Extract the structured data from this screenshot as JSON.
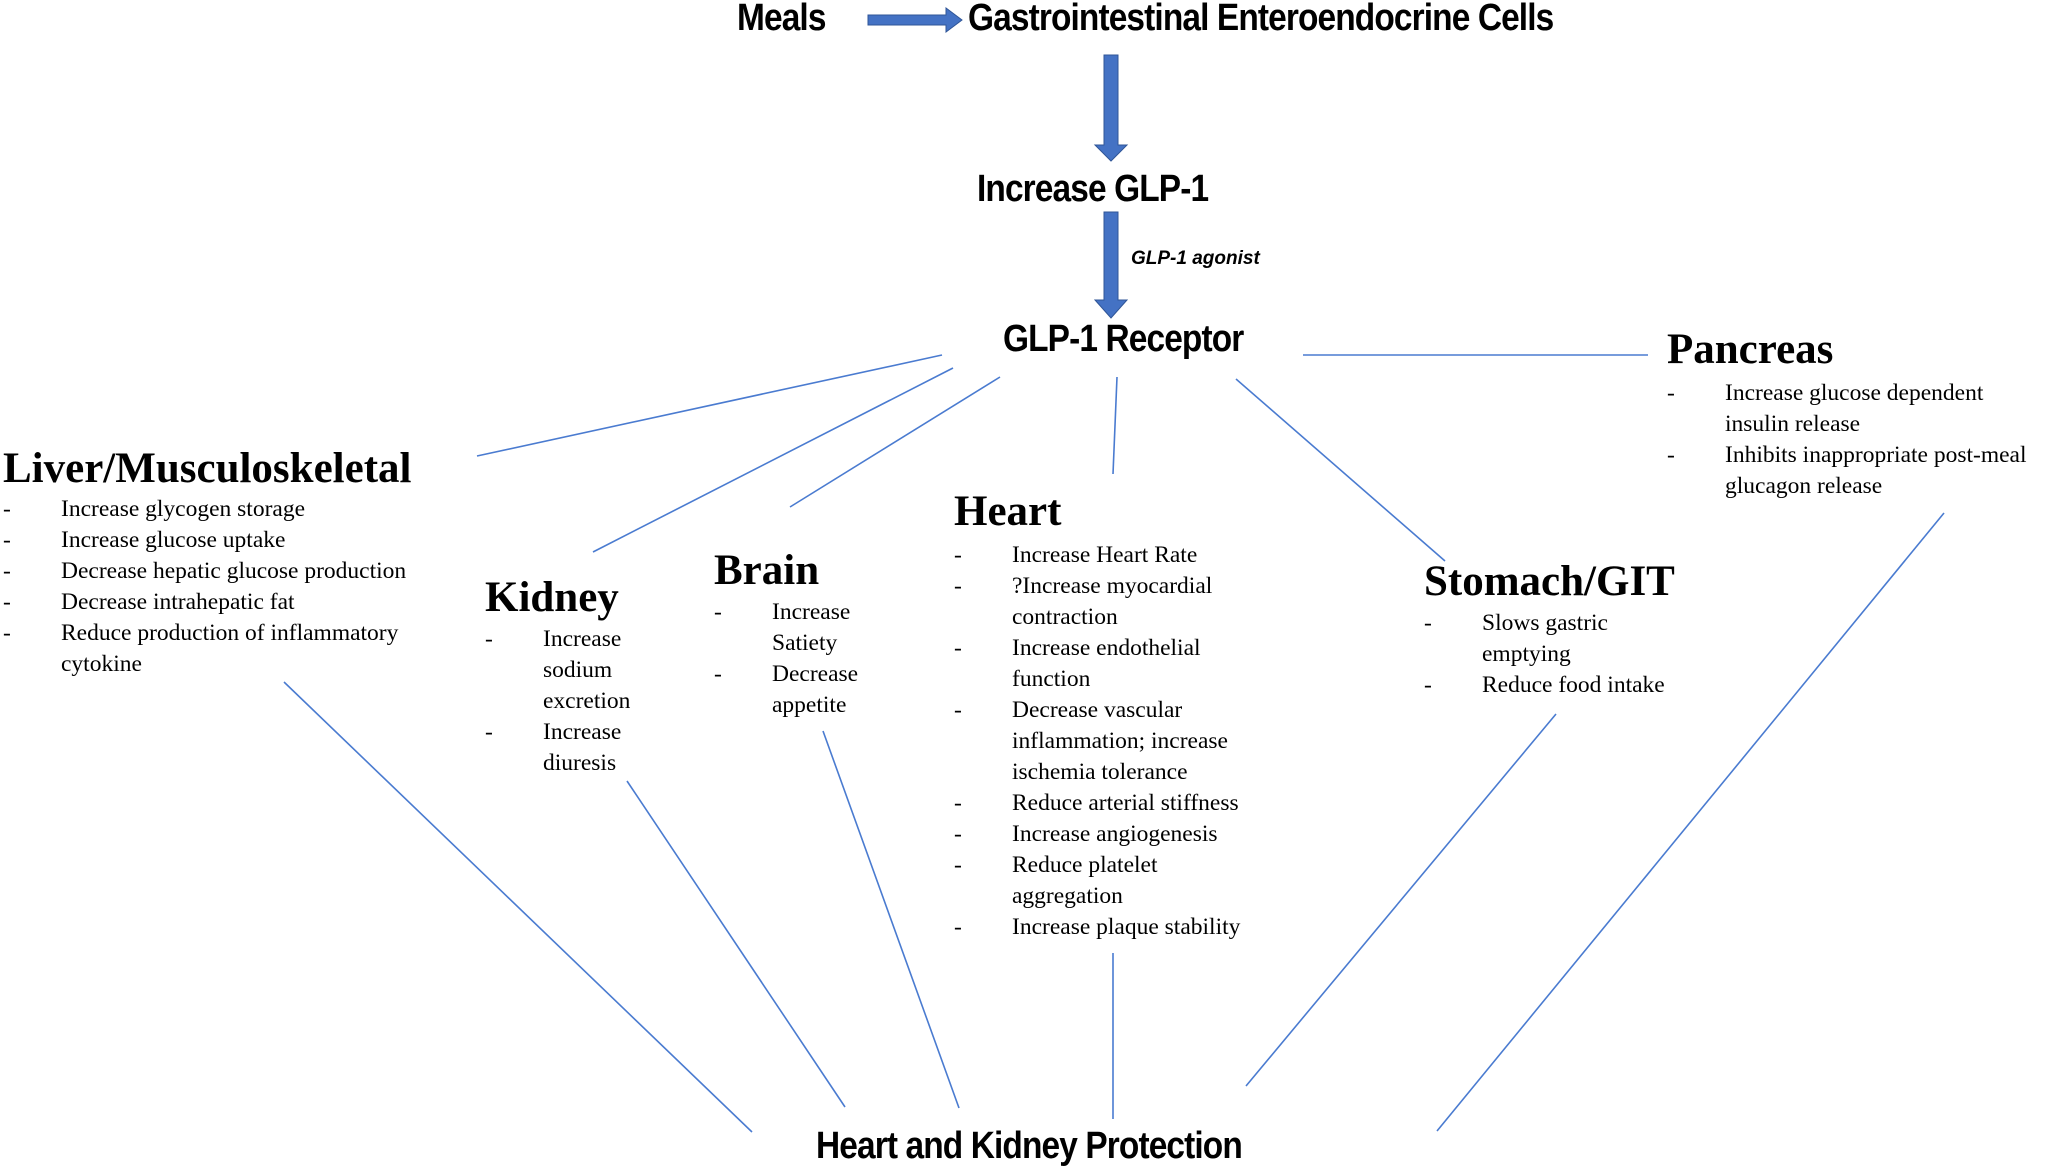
{
  "flow": {
    "meals": "Meals",
    "enteroendocrine": "Gastrointestinal Enteroendocrine Cells",
    "increase_glp1": "Increase GLP-1",
    "agonist_label": "GLP-1 agonist",
    "receptor": "GLP-1 Receptor",
    "outcome": "Heart and Kidney Protection"
  },
  "colors": {
    "arrow_fill": "#4472c4",
    "arrow_stroke": "#2f5597",
    "connector": "#4a7bd0"
  },
  "organs": {
    "liver": {
      "title": "Liver/Musculoskeletal",
      "effects": [
        "Increase glycogen storage",
        "Increase glucose uptake",
        "Decrease hepatic glucose production",
        "Decrease intrahepatic fat",
        "Reduce production of inflammatory cytokine"
      ]
    },
    "kidney": {
      "title": "Kidney",
      "effects": [
        "Increase sodium excretion",
        "Increase diuresis"
      ]
    },
    "brain": {
      "title": "Brain",
      "effects": [
        "Increase Satiety",
        "Decrease appetite"
      ]
    },
    "heart": {
      "title": "Heart",
      "effects": [
        "Increase Heart Rate",
        "?Increase myocardial contraction",
        "Increase endothelial function",
        "Decrease vascular inflammation; increase ischemia tolerance",
        "Reduce arterial stiffness",
        "Increase angiogenesis",
        "Reduce platelet aggregation",
        "Increase plaque stability"
      ]
    },
    "stomach": {
      "title": "Stomach/GIT",
      "effects": [
        "Slows gastric emptying",
        "Reduce food intake"
      ]
    },
    "pancreas": {
      "title": "Pancreas",
      "effects": [
        "Increase glucose dependent insulin release",
        "Inhibits inappropriate post-meal glucagon release"
      ]
    }
  },
  "bullet_symbol": "-"
}
